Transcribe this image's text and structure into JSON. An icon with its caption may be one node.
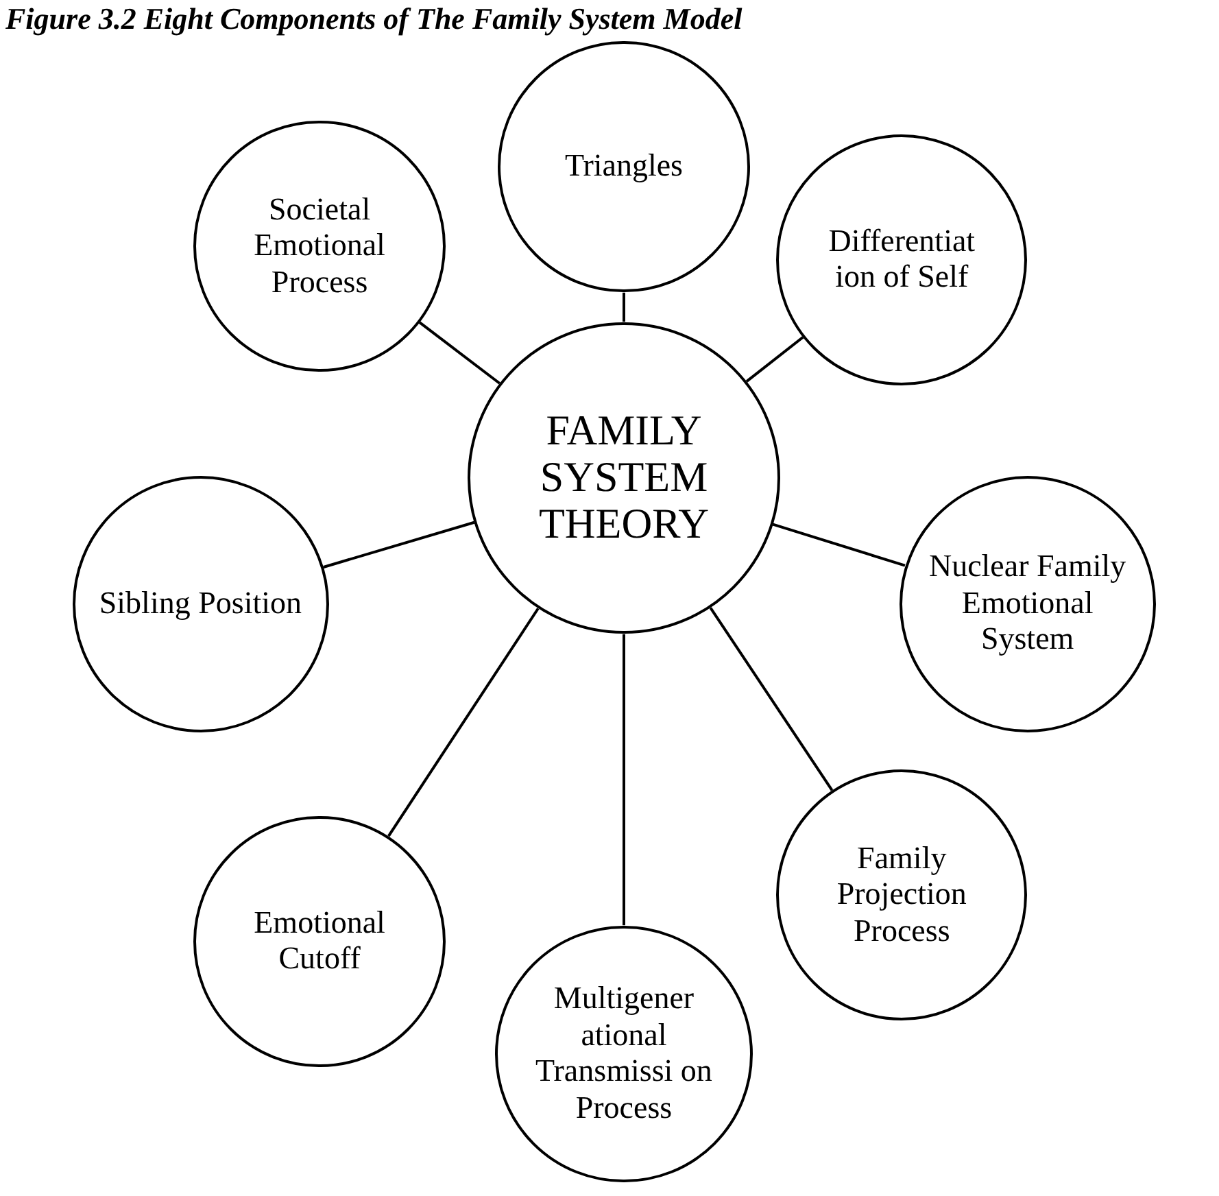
{
  "diagram": {
    "title": "Figure 3.2 Eight Components of The Family System Model",
    "nodes": [
      {
        "text": [
          "FAMILY SYSTEM THEORY"
        ]
      },
      {
        "text": [
          "Triangles"
        ]
      },
      {
        "text": [
          "Differentiat ion of Self"
        ]
      },
      {
        "text": [
          "Nuclear Family Emotional System"
        ]
      },
      {
        "text": [
          "Family Projection Process"
        ]
      },
      {
        "text": [
          "Multigener ational Transmissi on Process"
        ]
      },
      {
        "text": [
          "Emotional Cutoff"
        ]
      },
      {
        "text": [
          "Sibling Position"
        ]
      },
      {
        "text": [
          "Societal Emotional Process"
        ]
      }
    ],
    "edges": [
      {
        "from": 0,
        "to": 1,
        "arrow": "none"
      },
      {
        "from": 0,
        "to": 2,
        "arrow": "none"
      },
      {
        "from": 0,
        "to": 3,
        "arrow": "none"
      },
      {
        "from": 0,
        "to": 4,
        "arrow": "none"
      },
      {
        "from": 0,
        "to": 5,
        "arrow": "none"
      },
      {
        "from": 0,
        "to": 6,
        "arrow": "none"
      },
      {
        "from": 0,
        "to": 7,
        "arrow": "none"
      },
      {
        "from": 0,
        "to": 8,
        "arrow": "none"
      }
    ]
  }
}
